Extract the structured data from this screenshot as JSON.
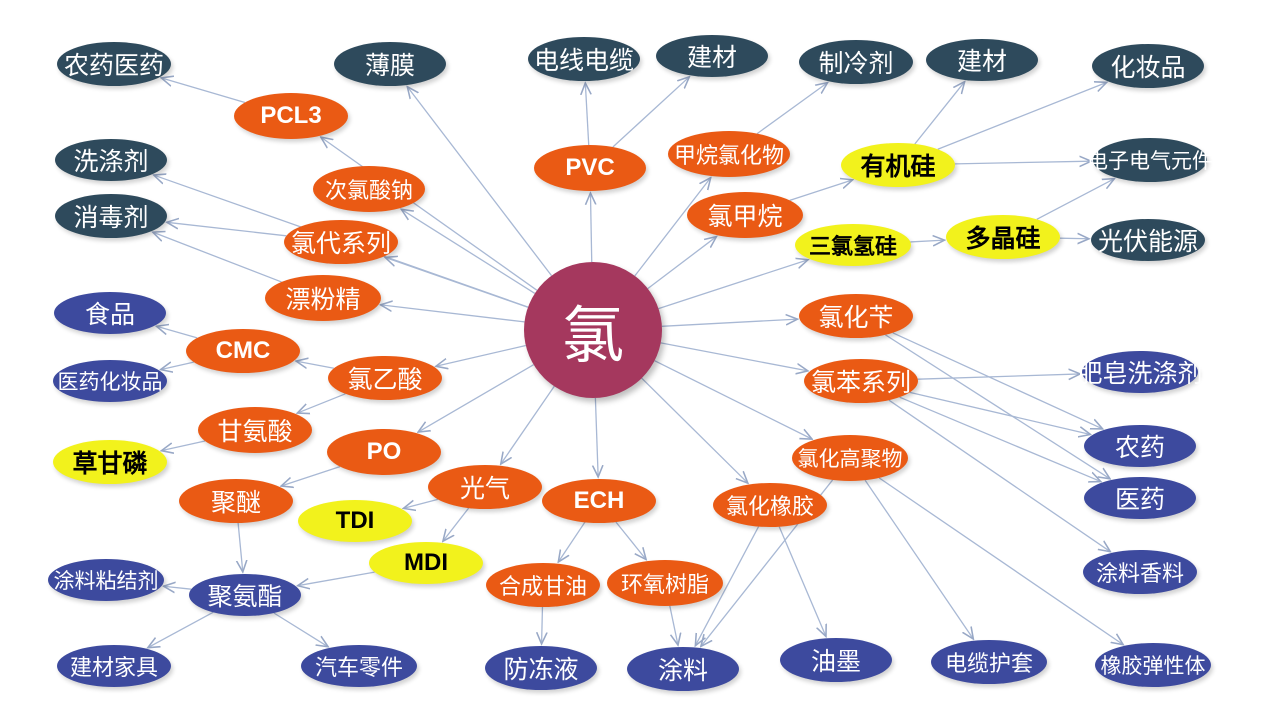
{
  "colors": {
    "hub": "#a5385e",
    "orange": "#ea5a14",
    "yellow": "#f2f21c",
    "slate": "#2e4a5c",
    "indigo": "#3d4a9e",
    "edge": "#a8b8d4"
  },
  "hub": {
    "label": "氯"
  },
  "intermediates": [
    {
      "id": "pcl3",
      "label": "PCL3"
    },
    {
      "id": "pvc",
      "label": "PVC"
    },
    {
      "id": "chloromethanes",
      "label": "甲烷氯化物"
    },
    {
      "id": "methyl_chloride",
      "label": "氯甲烷"
    },
    {
      "id": "organosilicon",
      "label": "有机硅"
    },
    {
      "id": "trichlorosilane",
      "label": "三氯氢硅"
    },
    {
      "id": "polysilicon",
      "label": "多晶硅"
    },
    {
      "id": "hypochlorite",
      "label": "次氯酸钠"
    },
    {
      "id": "chlorinated_series",
      "label": "氯代系列"
    },
    {
      "id": "bleach",
      "label": "漂粉精"
    },
    {
      "id": "cmc",
      "label": "CMC"
    },
    {
      "id": "chloroacetic",
      "label": "氯乙酸"
    },
    {
      "id": "glycine",
      "label": "甘氨酸"
    },
    {
      "id": "glyphosate",
      "label": "草甘磷"
    },
    {
      "id": "po",
      "label": "PO"
    },
    {
      "id": "phosgene",
      "label": "光气"
    },
    {
      "id": "polyether",
      "label": "聚醚"
    },
    {
      "id": "tdi",
      "label": "TDI"
    },
    {
      "id": "mdi",
      "label": "MDI"
    },
    {
      "id": "polyurethane",
      "label": "聚氨酯"
    },
    {
      "id": "ech",
      "label": "ECH"
    },
    {
      "id": "glycerin",
      "label": "合成甘油"
    },
    {
      "id": "epoxy",
      "label": "环氧树脂"
    },
    {
      "id": "rubber_cl",
      "label": "氯化橡胶"
    },
    {
      "id": "cl_polymer",
      "label": "氯化高聚物"
    },
    {
      "id": "chlorobenzenes",
      "label": "氯苯系列"
    },
    {
      "id": "benzyl_chloride",
      "label": "氯化苄"
    }
  ],
  "applications": [
    {
      "id": "a_pesticide_pharma",
      "label": "农药医药"
    },
    {
      "id": "a_film",
      "label": "薄膜"
    },
    {
      "id": "a_wire",
      "label": "电线电缆"
    },
    {
      "id": "a_building1",
      "label": "建材"
    },
    {
      "id": "a_refrigerant",
      "label": "制冷剂"
    },
    {
      "id": "a_building2",
      "label": "建材"
    },
    {
      "id": "a_cosmetics",
      "label": "化妆品"
    },
    {
      "id": "a_detergent",
      "label": "洗涤剂"
    },
    {
      "id": "a_electronics",
      "label": "电子电气元件"
    },
    {
      "id": "a_disinfectant",
      "label": "消毒剂"
    },
    {
      "id": "a_pv",
      "label": "光伏能源"
    },
    {
      "id": "a_food",
      "label": "食品"
    },
    {
      "id": "a_pharma_cosm",
      "label": "医药化妆品"
    },
    {
      "id": "a_soap",
      "label": "肥皂洗涤剂"
    },
    {
      "id": "a_pesticide",
      "label": "农药"
    },
    {
      "id": "a_medicine",
      "label": "医药"
    },
    {
      "id": "a_coating_adh",
      "label": "涂料粘结剂"
    },
    {
      "id": "a_coating_frag",
      "label": "涂料香料"
    },
    {
      "id": "a_building_furn",
      "label": "建材家具"
    },
    {
      "id": "a_auto",
      "label": "汽车零件"
    },
    {
      "id": "a_antifreeze",
      "label": "防冻液"
    },
    {
      "id": "a_coating",
      "label": "涂料"
    },
    {
      "id": "a_ink",
      "label": "油墨"
    },
    {
      "id": "a_cable_sheath",
      "label": "电缆护套"
    },
    {
      "id": "a_elastomer",
      "label": "橡胶弹性体"
    }
  ],
  "edges": [
    [
      "hub",
      "pcl3"
    ],
    [
      "pcl3",
      "a_pesticide_pharma"
    ],
    [
      "hub",
      "a_film"
    ],
    [
      "hub",
      "pvc"
    ],
    [
      "pvc",
      "a_wire"
    ],
    [
      "pvc",
      "a_building1"
    ],
    [
      "hub",
      "chloromethanes"
    ],
    [
      "chloromethanes",
      "a_refrigerant"
    ],
    [
      "hub",
      "methyl_chloride"
    ],
    [
      "methyl_chloride",
      "organosilicon"
    ],
    [
      "organosilicon",
      "a_building2"
    ],
    [
      "organosilicon",
      "a_cosmetics"
    ],
    [
      "organosilicon",
      "a_electronics"
    ],
    [
      "hub",
      "trichlorosilane"
    ],
    [
      "trichlorosilane",
      "polysilicon"
    ],
    [
      "polysilicon",
      "a_electronics"
    ],
    [
      "polysilicon",
      "a_pv"
    ],
    [
      "hub",
      "hypochlorite"
    ],
    [
      "hub",
      "a_detergent"
    ],
    [
      "hub",
      "chlorinated_series"
    ],
    [
      "chlorinated_series",
      "a_disinfectant"
    ],
    [
      "hub",
      "bleach"
    ],
    [
      "bleach",
      "a_disinfectant"
    ],
    [
      "hub",
      "chloroacetic"
    ],
    [
      "chloroacetic",
      "cmc"
    ],
    [
      "cmc",
      "a_food"
    ],
    [
      "cmc",
      "a_pharma_cosm"
    ],
    [
      "chloroacetic",
      "glycine"
    ],
    [
      "glycine",
      "glyphosate"
    ],
    [
      "hub",
      "po"
    ],
    [
      "po",
      "polyether"
    ],
    [
      "polyether",
      "polyurethane"
    ],
    [
      "hub",
      "phosgene"
    ],
    [
      "phosgene",
      "tdi"
    ],
    [
      "phosgene",
      "mdi"
    ],
    [
      "mdi",
      "polyurethane"
    ],
    [
      "polyurethane",
      "a_coating_adh"
    ],
    [
      "polyurethane",
      "a_building_furn"
    ],
    [
      "polyurethane",
      "a_auto"
    ],
    [
      "hub",
      "ech"
    ],
    [
      "ech",
      "glycerin"
    ],
    [
      "ech",
      "epoxy"
    ],
    [
      "glycerin",
      "a_antifreeze"
    ],
    [
      "epoxy",
      "a_coating"
    ],
    [
      "hub",
      "rubber_cl"
    ],
    [
      "rubber_cl",
      "a_coating"
    ],
    [
      "rubber_cl",
      "a_ink"
    ],
    [
      "hub",
      "cl_polymer"
    ],
    [
      "cl_polymer",
      "a_coating"
    ],
    [
      "cl_polymer",
      "a_cable_sheath"
    ],
    [
      "cl_polymer",
      "a_elastomer"
    ],
    [
      "hub",
      "chlorobenzenes"
    ],
    [
      "chlorobenzenes",
      "a_soap"
    ],
    [
      "chlorobenzenes",
      "a_pesticide"
    ],
    [
      "chlorobenzenes",
      "a_medicine"
    ],
    [
      "chlorobenzenes",
      "a_coating_frag"
    ],
    [
      "hub",
      "benzyl_chloride"
    ],
    [
      "benzyl_chloride",
      "a_pesticide"
    ],
    [
      "benzyl_chloride",
      "a_medicine"
    ]
  ]
}
